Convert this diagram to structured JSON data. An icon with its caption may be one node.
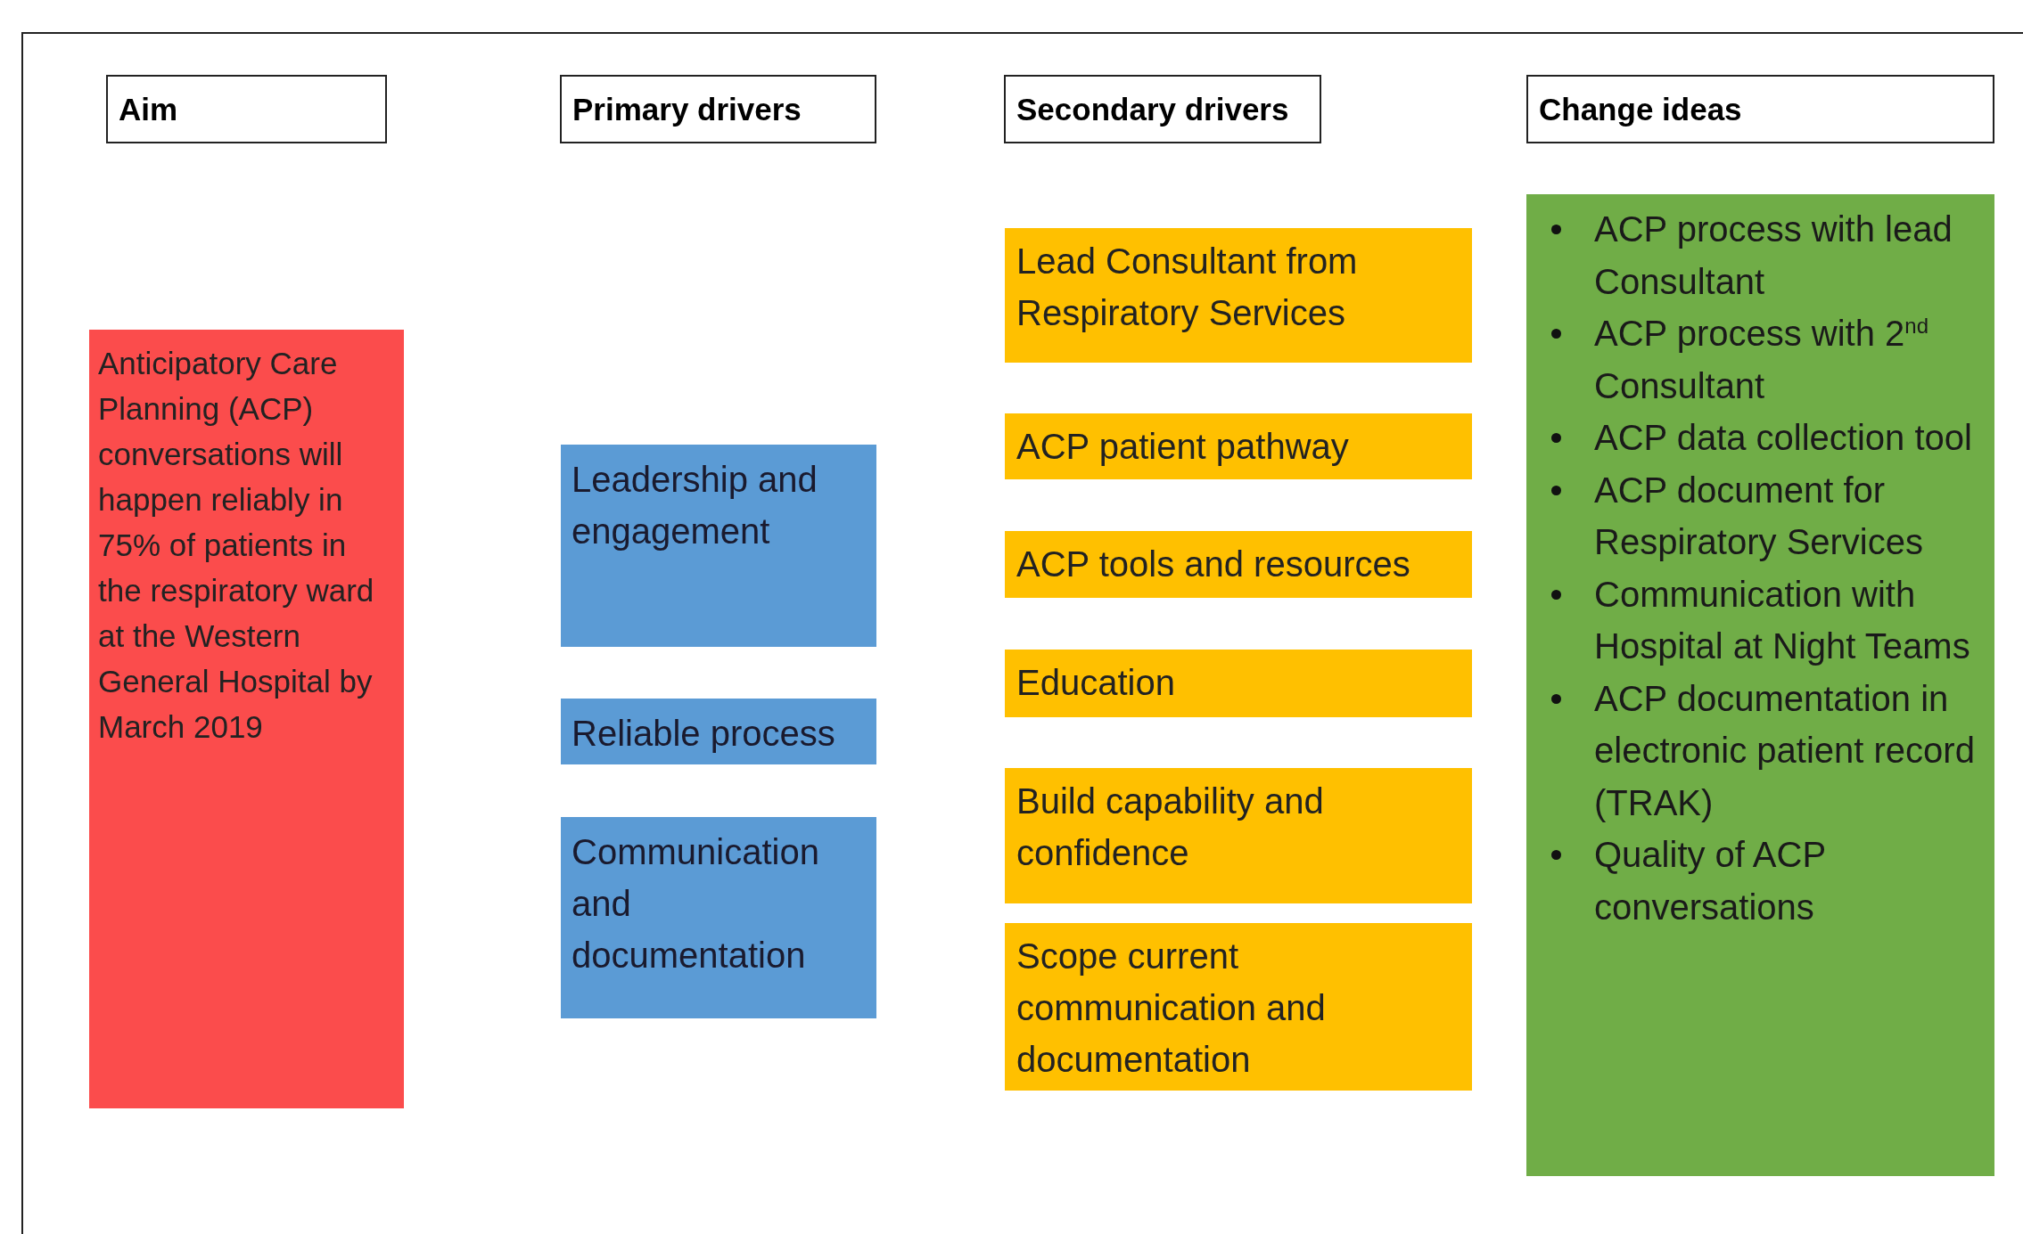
{
  "diagram": {
    "nodes": [
      {
        "text": [
          "Aim"
        ]
      },
      {
        "text": [
          "Primary drivers"
        ]
      },
      {
        "text": [
          "Secondary drivers"
        ]
      },
      {
        "text": [
          "Change ideas"
        ]
      },
      {
        "text": [
          "Anticipatory Care Planning (ACP) conversations will happen reliably in 75% of patients in the respiratory ward at the Western General Hospital by March 2019"
        ]
      },
      {
        "text": [
          "Leadership and engagement"
        ]
      },
      {
        "text": [
          "Reliable process"
        ]
      },
      {
        "text": [
          "Communication and documentation"
        ]
      },
      {
        "text": [
          "Lead Consultant from Respiratory Services"
        ]
      },
      {
        "text": [
          "ACP patient pathway"
        ]
      },
      {
        "text": [
          "ACP tools and resources"
        ]
      },
      {
        "text": [
          "Education"
        ]
      },
      {
        "text": [
          "Build capability and confidence"
        ]
      },
      {
        "text": [
          "Scope current communication and documentation"
        ]
      },
      {
        "text": [
          "ACP process with lead Consultant",
          "ACP process with 2$^{nd}$ Consultant",
          "ACP data collection tool",
          "ACP document for Respiratory Services",
          "Communication with Hospital at Night Teams",
          "ACP documentation in electronic patient record (TRAK)",
          "Quality of ACP conversations"
        ]
      }
    ]
  }
}
